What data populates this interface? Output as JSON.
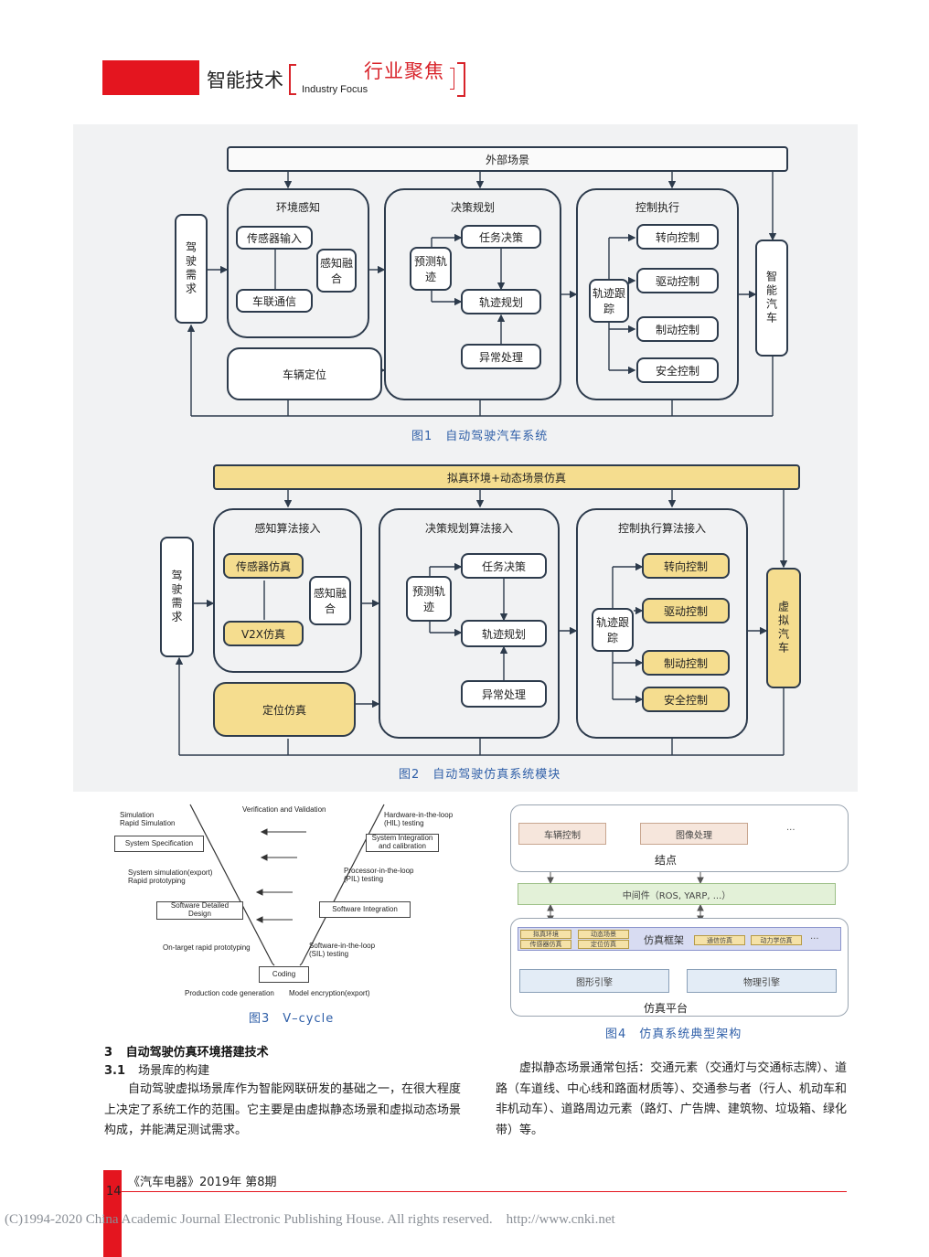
{
  "header": {
    "category": "智能技术",
    "title": "行业聚焦",
    "subtitle": "Industry Focus"
  },
  "fig1": {
    "top_bar": "外部场景",
    "driving_demand": "驾驶需求",
    "group_perception": "环境感知",
    "sensor_input": "传感器输入",
    "v2x": "车联通信",
    "fusion": "感知融合",
    "localization": "车辆定位",
    "group_decision": "决策规划",
    "prediction": "预测轨迹",
    "task_decision": "任务决策",
    "trajectory_planning": "轨迹规划",
    "exception": "异常处理",
    "group_control": "控制执行",
    "tracking": "轨迹跟踪",
    "steering": "转向控制",
    "drive": "驱动控制",
    "brake": "制动控制",
    "safety": "安全控制",
    "vehicle": "智能汽车",
    "caption": "图1　自动驾驶汽车系统"
  },
  "fig2": {
    "top_bar": "拟真环境+动态场景仿真",
    "driving_demand": "驾驶需求",
    "group_perception": "感知算法接入",
    "sensor_sim": "传感器仿真",
    "v2x_sim": "V2X仿真",
    "fusion": "感知融合",
    "localization_sim": "定位仿真",
    "group_decision": "决策规划算法接入",
    "prediction": "预测轨迹",
    "task_decision": "任务决策",
    "trajectory_planning": "轨迹规划",
    "exception": "异常处理",
    "group_control": "控制执行算法接入",
    "tracking": "轨迹跟踪",
    "steering": "转向控制",
    "drive": "驱动控制",
    "brake": "制动控制",
    "safety": "安全控制",
    "vehicle": "虚拟汽车",
    "caption": "图2　自动驾驶仿真系统模块"
  },
  "fig3": {
    "sim_rapid": "Simulation\nRapid Simulation",
    "sys_spec": "System Specification",
    "sys_sim": "System simulation(export)\nRapid prototyping",
    "sw_design": "Software Detailed\nDesign",
    "on_target": "On-target rapid prototyping",
    "coding": "Coding",
    "prod_code": "Production code generation",
    "model_enc": "Model encryption(export)",
    "vv": "Verification and Validation",
    "hil": "Hardware-in-the-loop\n(HIL) testing",
    "sys_int": "System Integration\nand calibration",
    "pil": "Processor-in-the-loop\n(PIL) testing",
    "sw_int": "Software Integration",
    "sil": "Software-in-the-loop\n(SIL) testing",
    "caption": "图3　V–cycle"
  },
  "fig4": {
    "vehicle_control": "车辆控制",
    "image_processing": "图像处理",
    "ellipsis": "···",
    "nodes": "结点",
    "middleware": "中间件（ROS, YARP, ...）",
    "sim_env": "拟真环境",
    "dyn_scene": "动态场景",
    "sensor_sim": "传感器仿真",
    "loc_sim": "定位仿真",
    "framework": "仿真框架",
    "comm_sim": "通信仿真",
    "dynamics_sim": "动力学仿真",
    "graphics": "图形引擎",
    "physics": "物理引擎",
    "platform": "仿真平台",
    "caption": "图4　仿真系统典型架构"
  },
  "section": {
    "num": "3",
    "title": "自动驾驶仿真环境搭建技术",
    "sub_num": "3.1",
    "sub_title": "场景库的构建",
    "para_left": "自动驾驶虚拟场景库作为智能网联研发的基础之一，在很大程度上决定了系统工作的范围。它主要是由虚拟静态场景和虚拟动态场景构成，并能满足测试需求。",
    "para_right": "虚拟静态场景通常包括：交通元素（交通灯与交通标志牌）、道路（车道线、中心线和路面材质等）、交通参与者（行人、机动车和非机动车）、道路周边元素（路灯、广告牌、建筑物、垃圾箱、绿化带）等。"
  },
  "footer": {
    "page": "14",
    "journal": "《汽车电器》2019年 第8期",
    "copyright": "(C)1994-2020 China Academic Journal Electronic Publishing House. All rights reserved.    http://www.cnki.net"
  }
}
